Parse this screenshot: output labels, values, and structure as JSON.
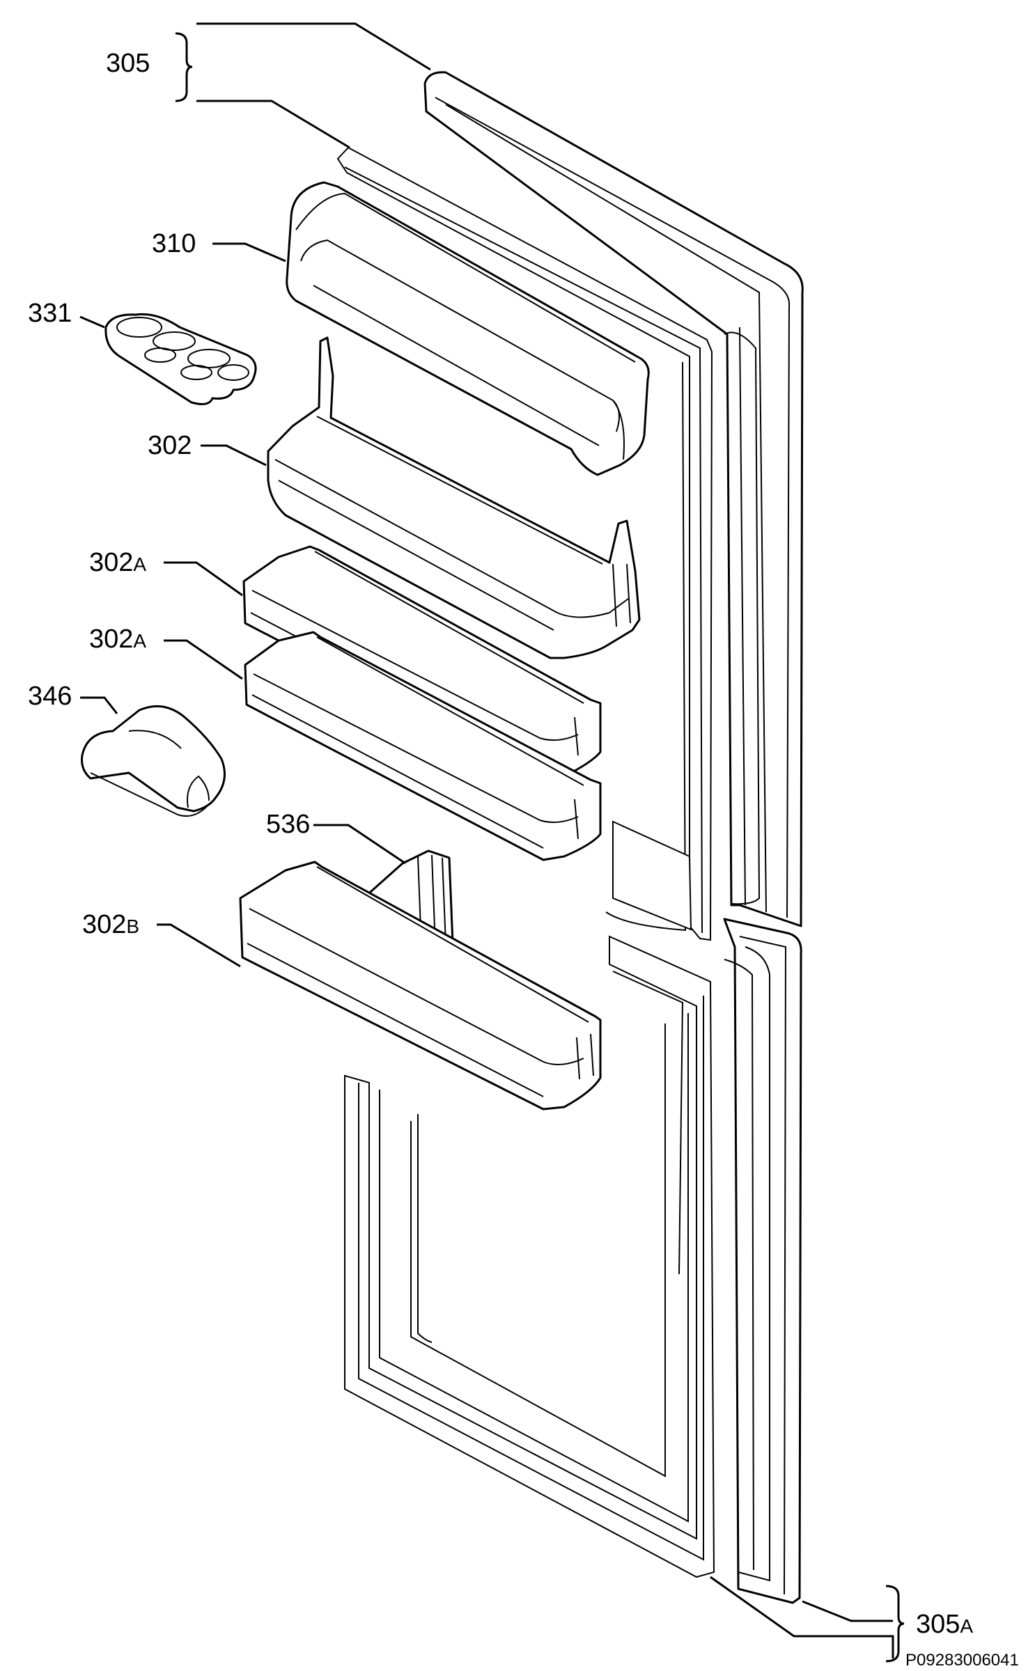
{
  "labels": {
    "l305": "305",
    "l310": "310",
    "l331": "331",
    "l302": "302",
    "l302a_1": "302",
    "l302a_1_suffix": "A",
    "l302a_2": "302",
    "l302a_2_suffix": "A",
    "l346": "346",
    "l536": "536",
    "l302b": "302",
    "l302b_suffix": "B",
    "l305a": "305",
    "l305a_suffix": "A"
  },
  "drawing_code": "P09283006041"
}
